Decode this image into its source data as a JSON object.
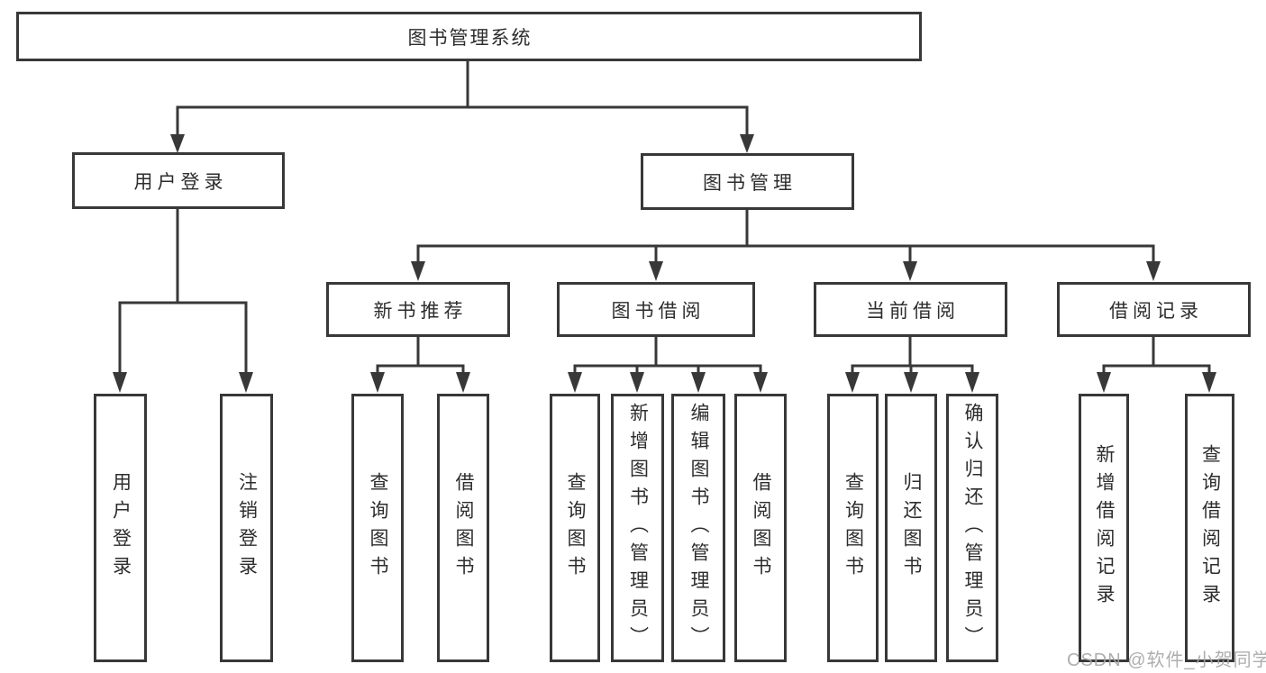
{
  "nodes": {
    "root": "图书管理系统",
    "user_login_group": "用户登录",
    "book_management": "图书管理",
    "new_book_recommend": "新书推荐",
    "book_borrow": "图书借阅",
    "current_borrow": "当前借阅",
    "borrow_records": "借阅记录",
    "user_login": "用户登录",
    "logout": "注销登录",
    "nbr_query_books": "查询图书",
    "nbr_borrow_books": "借阅图书",
    "bb_query_books": "查询图书",
    "bb_add_books": "新增图书（管理员）",
    "bb_edit_books": "编辑图书（管理员）",
    "bb_borrow_books": "借阅图书",
    "cb_query_books": "查询图书",
    "cb_return_books": "归还图书",
    "cb_confirm_return": "确认归还（管理员）",
    "br_add_record": "新增借阅记录",
    "br_query_record": "查询借阅记录"
  },
  "watermark": "CSDN @软件_小贺同学",
  "colors": {
    "line": "#383838",
    "text": "#2d2d2d",
    "background": "#ffffff",
    "watermark": "#a5a5a5"
  }
}
